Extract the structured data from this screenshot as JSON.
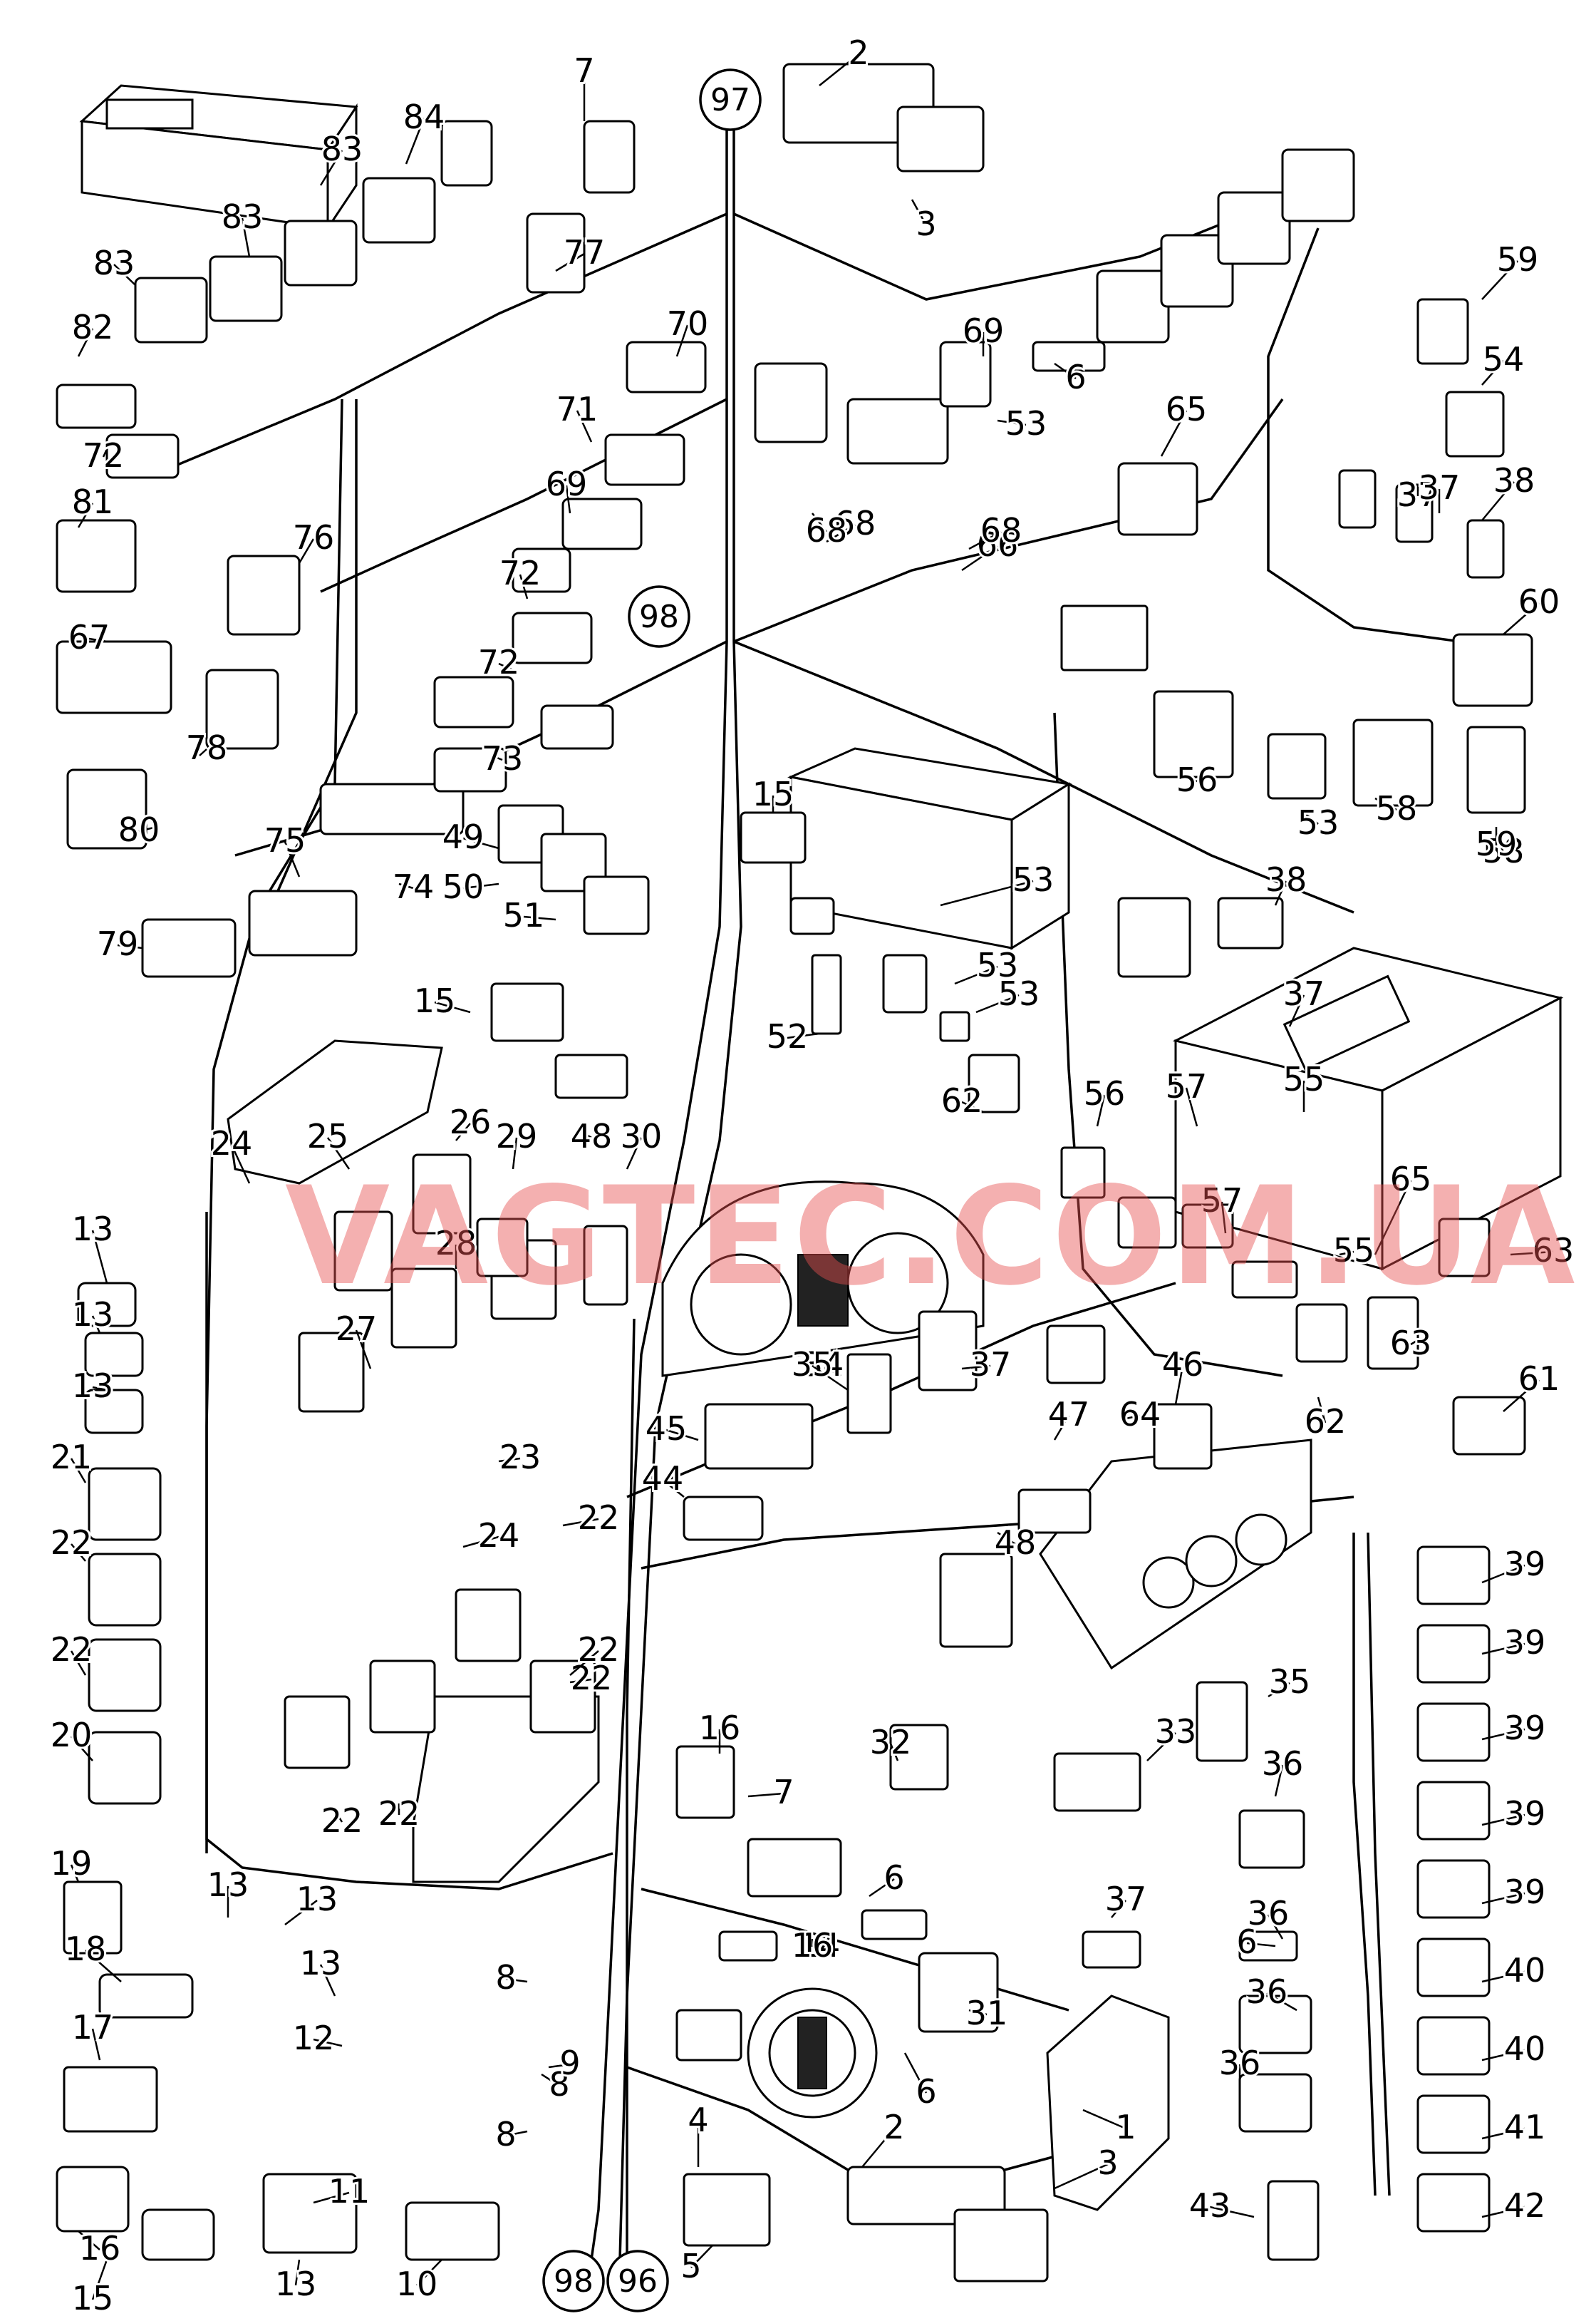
{
  "watermark": "VAGTEC.COM.UA",
  "references": [
    "97",
    "98",
    "98",
    "96"
  ],
  "callouts": [
    "1",
    "2",
    "2",
    "3",
    "3",
    "4",
    "5",
    "6",
    "6",
    "6",
    "6",
    "7",
    "7",
    "8",
    "8",
    "8",
    "9",
    "10",
    "11",
    "12",
    "13",
    "13",
    "13",
    "13",
    "13",
    "13",
    "13",
    "14",
    "15",
    "15",
    "15",
    "16",
    "16",
    "16",
    "17",
    "18",
    "19",
    "20",
    "21",
    "22",
    "22",
    "22",
    "22",
    "22",
    "22",
    "22",
    "23",
    "24",
    "24",
    "25",
    "26",
    "27",
    "28",
    "29",
    "30",
    "31",
    "32",
    "33",
    "34",
    "35",
    "35",
    "36",
    "36",
    "36",
    "36",
    "37",
    "37",
    "37",
    "37",
    "37",
    "38",
    "38",
    "39",
    "39",
    "39",
    "39",
    "39",
    "40",
    "40",
    "41",
    "42",
    "43",
    "44",
    "45",
    "46",
    "47",
    "48",
    "48",
    "49",
    "50",
    "51",
    "52",
    "53",
    "53",
    "53",
    "53",
    "53",
    "54",
    "55",
    "55",
    "56",
    "56",
    "57",
    "57",
    "58",
    "58",
    "59",
    "59",
    "60",
    "61",
    "62",
    "62",
    "63",
    "63",
    "64",
    "65",
    "65",
    "66",
    "67",
    "68",
    "68",
    "68",
    "69",
    "69",
    "70",
    "71",
    "72",
    "72",
    "72",
    "73",
    "74",
    "75",
    "76",
    "77",
    "78",
    "79",
    "80",
    "81",
    "82",
    "83",
    "83",
    "83",
    "84"
  ]
}
